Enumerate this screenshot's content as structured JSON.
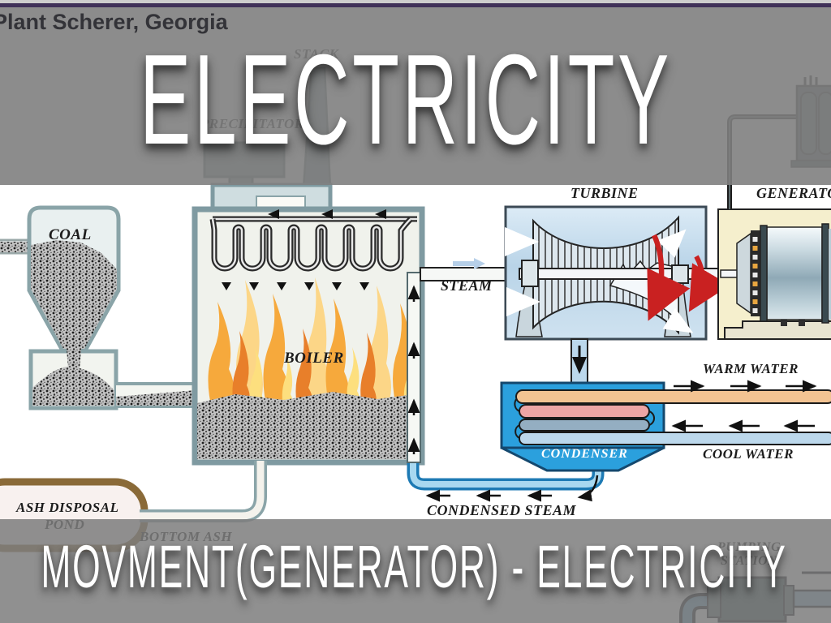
{
  "slide": {
    "header_note": "Plant Scherer, Georgia",
    "title": "ELECTRICITY",
    "caption": "MOVMENT(GENERATOR) - ELECTRICITY"
  },
  "diagram": {
    "labels": {
      "coal": "COAL",
      "stack": "STACK",
      "precipitator": "PRECIPITATOR",
      "boiler": "BOILER",
      "steam": "STEAM",
      "turbine": "TURBINE",
      "generator": "GENERATOR",
      "warm_water": "WARM WATER",
      "cool_water": "COOL WATER",
      "condenser": "CONDENSER",
      "condensed_steam": "CONDENSED STEAM",
      "ash_disposal_line1": "ASH DISPOSAL",
      "ash_disposal_line2": "POND",
      "bottom_ash": "BOTTOM ASH",
      "pumping_line1": "PUMPING",
      "pumping_line2": "STATION"
    },
    "colors": {
      "overlay_gray": "#7f7f7f",
      "accent_purple": "#3f3058",
      "condenser_blue": "#2ba0dd",
      "warm_pipe": "#f2c392",
      "cool_pipe": "#bcd8ec",
      "flame_orange": "#f6a93c",
      "flame_deep_orange": "#e87f2a",
      "flame_yellow": "#fddf7e",
      "pond_brown": "#8a6a38",
      "rotation_arrow_red": "#c92121",
      "pipe_outline": "#7f9aa1"
    }
  }
}
